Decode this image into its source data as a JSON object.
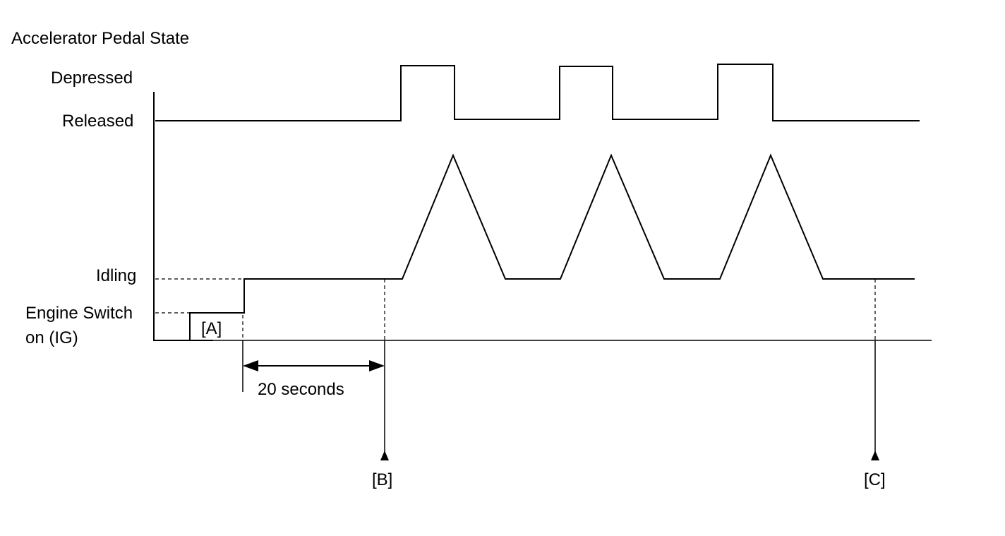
{
  "title": "Accelerator Pedal State",
  "pedal_states": {
    "depressed": "Depressed",
    "released": "Released"
  },
  "engine_states": {
    "idling": "Idling",
    "engine_switch_line1": "Engine Switch",
    "engine_switch_line2": "on (IG)"
  },
  "markers": {
    "a": "[A]",
    "b": "[B]",
    "c": "[C]"
  },
  "interval_label": "20 seconds"
}
